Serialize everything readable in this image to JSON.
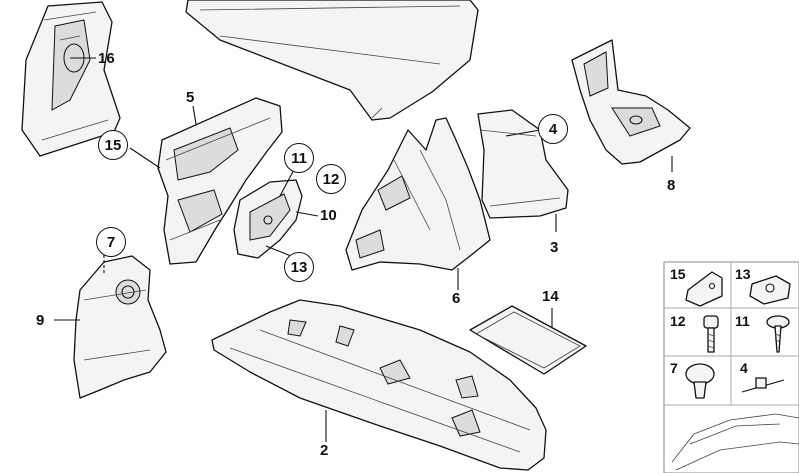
{
  "diagram": {
    "callouts_plain": [
      {
        "id": "p16",
        "text": "16"
      },
      {
        "id": "p5",
        "text": "5"
      },
      {
        "id": "p10",
        "text": "10"
      },
      {
        "id": "p9",
        "text": "9"
      },
      {
        "id": "p8",
        "text": "8"
      },
      {
        "id": "p3",
        "text": "3"
      },
      {
        "id": "p6",
        "text": "6"
      },
      {
        "id": "p14",
        "text": "14"
      },
      {
        "id": "p2",
        "text": "2"
      }
    ],
    "callouts_circled": [
      {
        "id": "c15",
        "text": "15"
      },
      {
        "id": "c11",
        "text": "11"
      },
      {
        "id": "c12",
        "text": "12"
      },
      {
        "id": "c13",
        "text": "13"
      },
      {
        "id": "c7",
        "text": "7"
      },
      {
        "id": "c4",
        "text": "4"
      }
    ],
    "legend": [
      {
        "id": "l15",
        "text": "15"
      },
      {
        "id": "l13",
        "text": "13"
      },
      {
        "id": "l12",
        "text": "12"
      },
      {
        "id": "l11",
        "text": "11"
      },
      {
        "id": "l7",
        "text": "7"
      },
      {
        "id": "l4",
        "text": "4"
      }
    ]
  },
  "colors": {
    "stroke": "#111111",
    "part_fill": "#f4f4f4",
    "shade": "#d9d9d9",
    "background": "#ffffff"
  }
}
